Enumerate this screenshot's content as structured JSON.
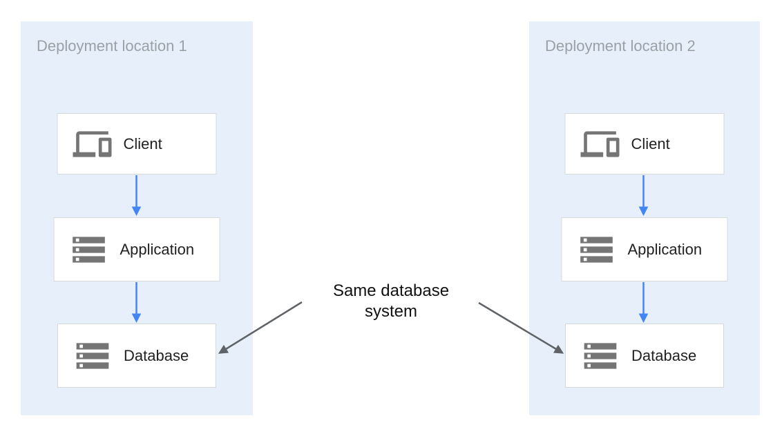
{
  "center_label": "Same database system",
  "locations": [
    {
      "title": "Deployment location 1",
      "nodes": [
        {
          "label": "Client",
          "icon": "devices-icon"
        },
        {
          "label": "Application",
          "icon": "storage-icon"
        },
        {
          "label": "Database",
          "icon": "storage-icon"
        }
      ]
    },
    {
      "title": "Deployment location 2",
      "nodes": [
        {
          "label": "Client",
          "icon": "devices-icon"
        },
        {
          "label": "Application",
          "icon": "storage-icon"
        },
        {
          "label": "Database",
          "icon": "storage-icon"
        }
      ]
    }
  ],
  "colors": {
    "container_fill": "#e7f0fa",
    "node_fill": "#ffffff",
    "node_border": "#d6d9dc",
    "title_text": "#9aa0a6",
    "node_text": "#212121",
    "center_text": "#111111",
    "arrow_blue": "#4285f4",
    "arrow_dark": "#5f6368",
    "icon_gray": "#757575"
  }
}
